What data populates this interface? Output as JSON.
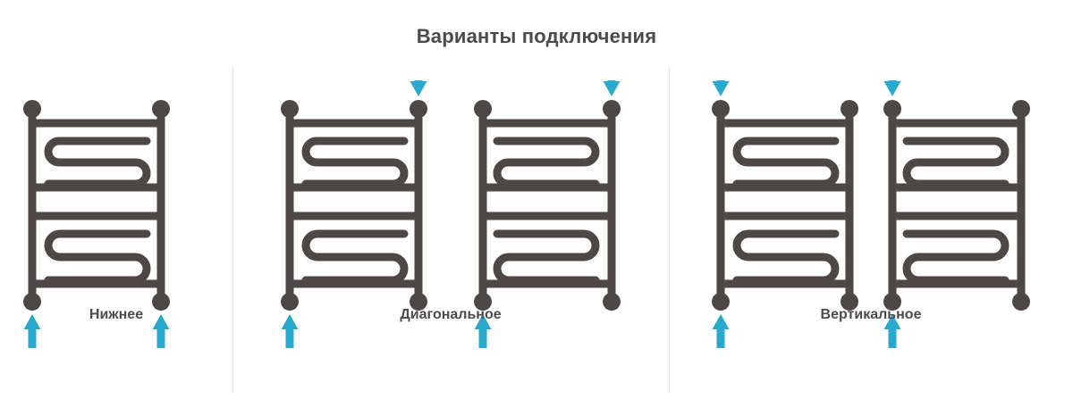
{
  "title": "Варианты подключения",
  "colors": {
    "pipe": "#4d4846",
    "arrow": "#29a9ce",
    "divider": "#d8d4d4",
    "background": "#ffffff",
    "text": "#4b4b4b"
  },
  "diagram": {
    "type": "connection-options",
    "subject": "heated-towel-rail",
    "panels": [
      {
        "id": "bottom",
        "label": "Нижнее",
        "units": 1,
        "figures": [
          {
            "mirrored": false,
            "arrows": [
              {
                "name": "inlet-arrow",
                "side": "left",
                "position": "bottom",
                "direction": "up"
              },
              {
                "name": "outlet-arrow",
                "side": "right",
                "position": "bottom",
                "direction": "up"
              }
            ]
          }
        ]
      },
      {
        "id": "diagonal",
        "label": "Диагональное",
        "units": 2,
        "figures": [
          {
            "mirrored": false,
            "arrows": [
              {
                "name": "inlet-arrow",
                "side": "right",
                "position": "top",
                "direction": "down"
              },
              {
                "name": "outlet-arrow",
                "side": "left",
                "position": "bottom",
                "direction": "up"
              }
            ]
          },
          {
            "mirrored": true,
            "arrows": [
              {
                "name": "inlet-arrow",
                "side": "left",
                "position": "top",
                "direction": "down"
              },
              {
                "name": "outlet-arrow",
                "side": "right",
                "position": "bottom",
                "direction": "up"
              }
            ]
          }
        ]
      },
      {
        "id": "vertical",
        "label": "Вертикальное",
        "units": 2,
        "figures": [
          {
            "mirrored": false,
            "arrows": [
              {
                "name": "inlet-arrow",
                "side": "left",
                "position": "top",
                "direction": "down"
              },
              {
                "name": "outlet-arrow",
                "side": "left",
                "position": "bottom",
                "direction": "up"
              }
            ]
          },
          {
            "mirrored": true,
            "arrows": [
              {
                "name": "inlet-arrow",
                "side": "right",
                "position": "top",
                "direction": "down"
              },
              {
                "name": "outlet-arrow",
                "side": "right",
                "position": "bottom",
                "direction": "up"
              }
            ]
          }
        ]
      }
    ]
  }
}
